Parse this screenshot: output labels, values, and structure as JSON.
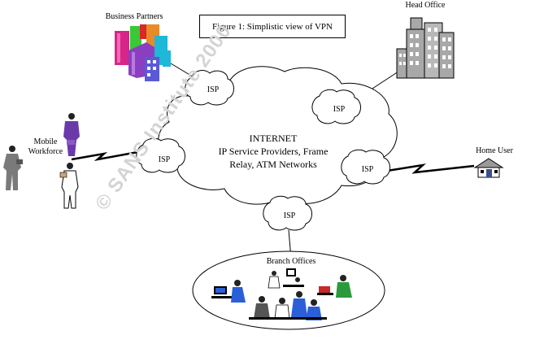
{
  "figure": {
    "caption": "Figure 1: Simplistic view of VPN",
    "watermark": "© SANS Institute 2000"
  },
  "internet": {
    "title": "INTERNET",
    "line1": "IP Service Providers, Frame",
    "line2": "Relay, ATM Networks"
  },
  "isp_label": "ISP",
  "sites": {
    "business_partners": "Business Partners",
    "head_office": "Head Office",
    "mobile_line1": "Mobile",
    "mobile_line2": "Workforce",
    "home_user": "Home User",
    "branch_offices": "Branch Offices"
  },
  "colors": {
    "line": "#000000",
    "building": "#a8a8a8",
    "house_roof": "#9a9a9a",
    "house_door": "#3a4f8f",
    "partner_magenta": "#d8258a",
    "partner_purple": "#8a3fc0",
    "partner_cyan": "#1fb8d8",
    "partner_green": "#38c838",
    "partner_orange": "#e88a28",
    "partner_red": "#d82828",
    "worker_purple": "#6a3aa8",
    "worker_grey": "#7a7a7a",
    "office_screen": "#2a5fd8",
    "office_red": "#c82828",
    "office_green": "#2a9a3a"
  }
}
